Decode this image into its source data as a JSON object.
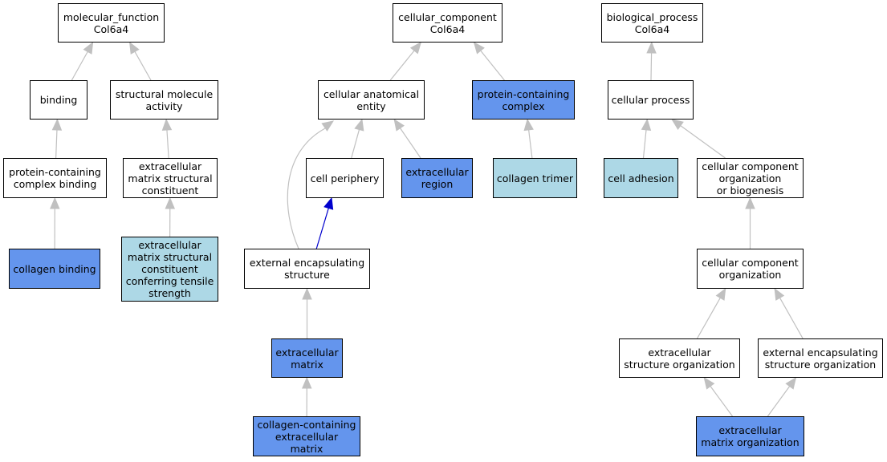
{
  "colors": {
    "white": "#ffffff",
    "light": "#add8e6",
    "blue": "#6495ed",
    "edge": "#c0c0c0",
    "highlight_edge": "#0000cd"
  },
  "nodes": {
    "mf_root": {
      "label": "molecular_function\nCol6a4",
      "fill": "white"
    },
    "binding": {
      "label": "binding",
      "fill": "white"
    },
    "structural_molecule_activity": {
      "label": "structural molecule\nactivity",
      "fill": "white"
    },
    "protein_containing_complex_binding": {
      "label": "protein-containing\ncomplex binding",
      "fill": "white"
    },
    "ecm_structural_constituent": {
      "label": "extracellular\nmatrix structural\nconstituent",
      "fill": "white"
    },
    "collagen_binding": {
      "label": "collagen binding",
      "fill": "blue"
    },
    "ecm_tensile": {
      "label": "extracellular\nmatrix structural\nconstituent\nconferring tensile\nstrength",
      "fill": "light"
    },
    "cc_root": {
      "label": "cellular_component\nCol6a4",
      "fill": "white"
    },
    "cellular_anatomical_entity": {
      "label": "cellular anatomical\nentity",
      "fill": "white"
    },
    "protein_containing_complex": {
      "label": "protein-containing\ncomplex",
      "fill": "blue"
    },
    "cell_periphery": {
      "label": "cell periphery",
      "fill": "white"
    },
    "extracellular_region": {
      "label": "extracellular\nregion",
      "fill": "blue"
    },
    "collagen_trimer": {
      "label": "collagen trimer",
      "fill": "light"
    },
    "external_encapsulating_structure": {
      "label": "external encapsulating\nstructure",
      "fill": "white"
    },
    "extracellular_matrix": {
      "label": "extracellular\nmatrix",
      "fill": "blue"
    },
    "collagen_containing_ecm": {
      "label": "collagen-containing\nextracellular\nmatrix",
      "fill": "blue"
    },
    "bp_root": {
      "label": "biological_process\nCol6a4",
      "fill": "white"
    },
    "cellular_process": {
      "label": "cellular process",
      "fill": "white"
    },
    "cell_adhesion": {
      "label": "cell adhesion",
      "fill": "light"
    },
    "cc_org_or_biogenesis": {
      "label": "cellular component\norganization\nor biogenesis",
      "fill": "white"
    },
    "cc_organization": {
      "label": "cellular component\norganization",
      "fill": "white"
    },
    "extracellular_structure_org": {
      "label": "extracellular\nstructure organization",
      "fill": "white"
    },
    "external_encapsulating_structure_org": {
      "label": "external encapsulating\nstructure organization",
      "fill": "white"
    },
    "ecm_organization": {
      "label": "extracellular\nmatrix organization",
      "fill": "blue"
    }
  },
  "edges": [
    {
      "from": "binding",
      "to": "mf_root"
    },
    {
      "from": "structural_molecule_activity",
      "to": "mf_root"
    },
    {
      "from": "protein_containing_complex_binding",
      "to": "binding"
    },
    {
      "from": "ecm_structural_constituent",
      "to": "structural_molecule_activity"
    },
    {
      "from": "collagen_binding",
      "to": "protein_containing_complex_binding"
    },
    {
      "from": "ecm_tensile",
      "to": "ecm_structural_constituent"
    },
    {
      "from": "cellular_anatomical_entity",
      "to": "cc_root"
    },
    {
      "from": "protein_containing_complex",
      "to": "cc_root"
    },
    {
      "from": "cell_periphery",
      "to": "cellular_anatomical_entity"
    },
    {
      "from": "extracellular_region",
      "to": "cellular_anatomical_entity"
    },
    {
      "from": "external_encapsulating_structure",
      "to": "cellular_anatomical_entity"
    },
    {
      "from": "external_encapsulating_structure",
      "to": "cell_periphery",
      "highlight": true
    },
    {
      "from": "collagen_trimer",
      "to": "protein_containing_complex"
    },
    {
      "from": "extracellular_matrix",
      "to": "external_encapsulating_structure"
    },
    {
      "from": "collagen_containing_ecm",
      "to": "extracellular_matrix"
    },
    {
      "from": "cellular_process",
      "to": "bp_root"
    },
    {
      "from": "cell_adhesion",
      "to": "cellular_process"
    },
    {
      "from": "cc_org_or_biogenesis",
      "to": "cellular_process"
    },
    {
      "from": "cc_organization",
      "to": "cc_org_or_biogenesis"
    },
    {
      "from": "extracellular_structure_org",
      "to": "cc_organization"
    },
    {
      "from": "external_encapsulating_structure_org",
      "to": "cc_organization"
    },
    {
      "from": "ecm_organization",
      "to": "extracellular_structure_org"
    },
    {
      "from": "ecm_organization",
      "to": "external_encapsulating_structure_org"
    }
  ]
}
